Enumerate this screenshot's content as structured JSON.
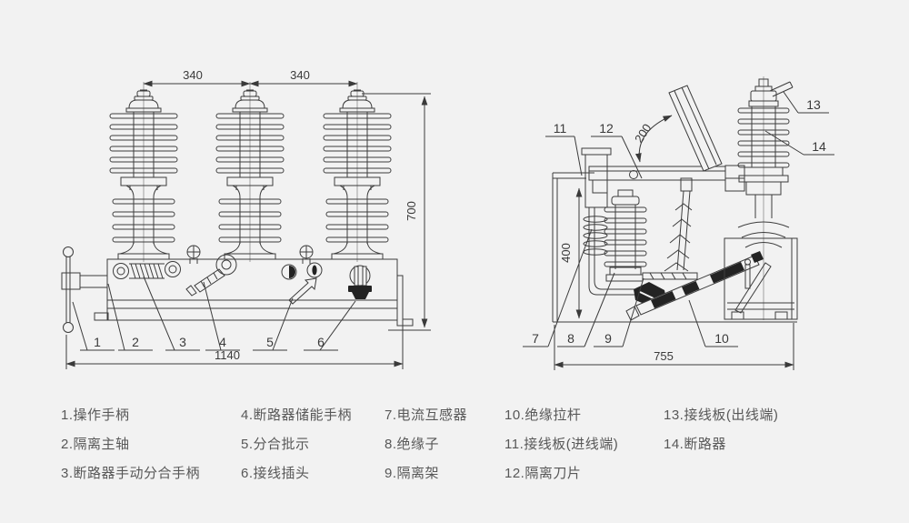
{
  "colors": {
    "background": "#f2f2f2",
    "line": "#3c3c3c",
    "text": "#585858"
  },
  "front_view": {
    "dim_pole_spacing_left": "340",
    "dim_pole_spacing_right": "340",
    "dim_height": "700",
    "dim_width": "1140",
    "parts": [
      "1",
      "2",
      "3",
      "4",
      "5",
      "6"
    ]
  },
  "side_view": {
    "dim_blade_travel": "200",
    "dim_height": "400",
    "dim_width": "755",
    "parts": [
      "7",
      "8",
      "9",
      "10",
      "11",
      "12",
      "13",
      "14"
    ]
  },
  "legend": {
    "items": [
      "1.操作手柄",
      "2.隔离主轴",
      "3.断路器手动分合手柄",
      "4.断路器储能手柄",
      "5.分合批示",
      "6.接线插头",
      "7.电流互感器",
      "8.绝缘子",
      "9.隔离架",
      "10.绝缘拉杆",
      "11.接线板(进线端)",
      "12.隔离刀片",
      "13.接线板(出线端)",
      "14.断路器"
    ]
  }
}
